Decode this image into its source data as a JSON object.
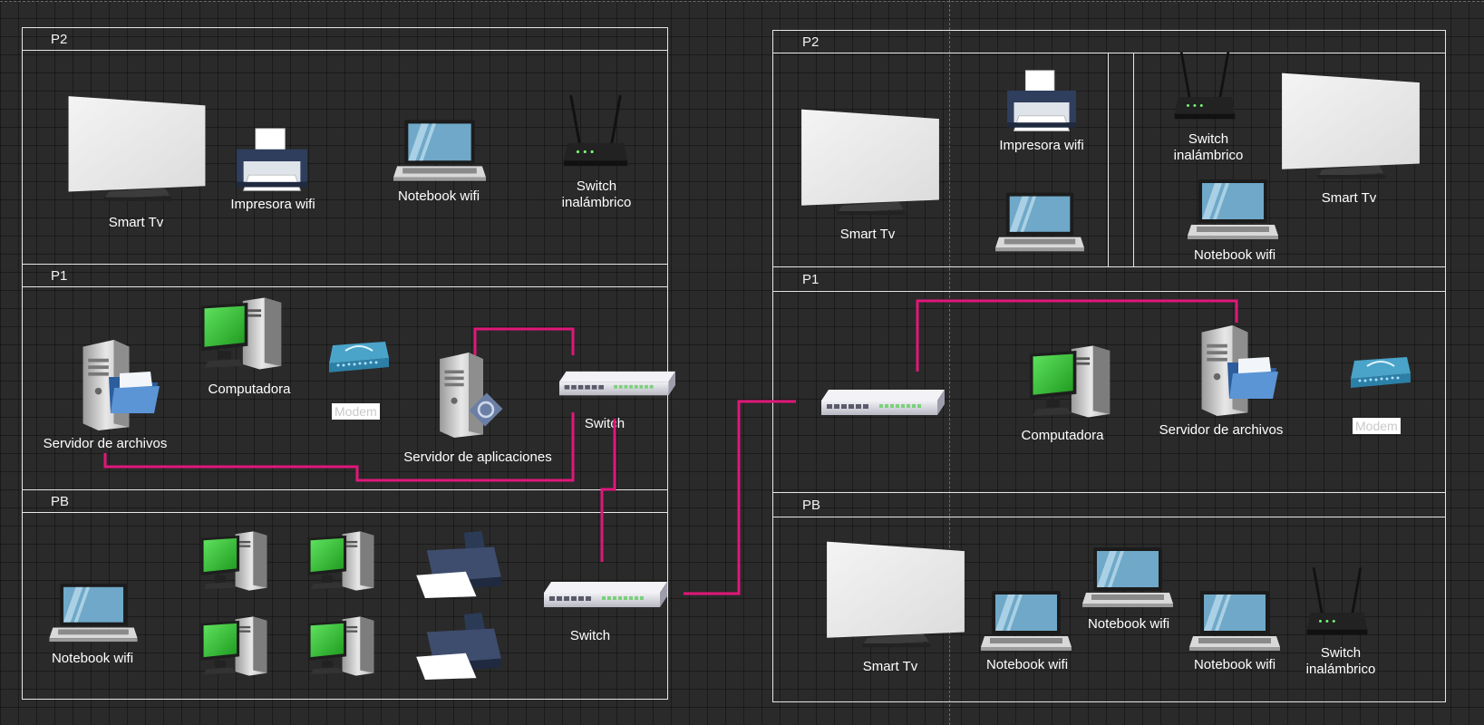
{
  "left_building": {
    "floors": [
      {
        "title": "P2"
      },
      {
        "title": "P1"
      },
      {
        "title": "PB"
      }
    ],
    "p2": {
      "smart_tv": "Smart Tv",
      "printer": "Impresora wifi",
      "notebook": "Notebook wifi",
      "switch": "Switch\ninalámbrico"
    },
    "p1": {
      "file_server": "Servidor de archivos",
      "computer": "Computadora",
      "modem": "Modem",
      "app_server": "Servidor de aplicaciones",
      "switch": "Switch"
    },
    "pb": {
      "notebook": "Notebook wifi",
      "switch": "Switch"
    }
  },
  "right_building": {
    "floors": [
      {
        "title": "P2"
      },
      {
        "title": "P1"
      },
      {
        "title": "PB"
      }
    ],
    "p2": {
      "smart_tv_left": "Smart Tv",
      "printer": "Impresora wifi",
      "switch": "Switch\ninalámbrico",
      "smart_tv_right": "Smart Tv",
      "notebook": "Notebook wifi"
    },
    "p1": {
      "computer": "Computadora",
      "file_server": "Servidor de archivos",
      "modem": "Modem"
    },
    "pb": {
      "smart_tv": "Smart Tv",
      "notebook_1": "Notebook wifi",
      "notebook_2": "Notebook wifi",
      "notebook_3": "Notebook wifi",
      "switch": "Switch\ninalámbrico"
    }
  },
  "colors": {
    "link": "#e0177a",
    "lane_border": "#e6e6e6",
    "background": "#2a2a2a"
  },
  "icons": [
    "smart-tv-icon",
    "printer-icon",
    "laptop-icon",
    "wireless-router-icon",
    "network-switch-icon",
    "server-icon",
    "desktop-computer-icon",
    "modem-icon"
  ]
}
